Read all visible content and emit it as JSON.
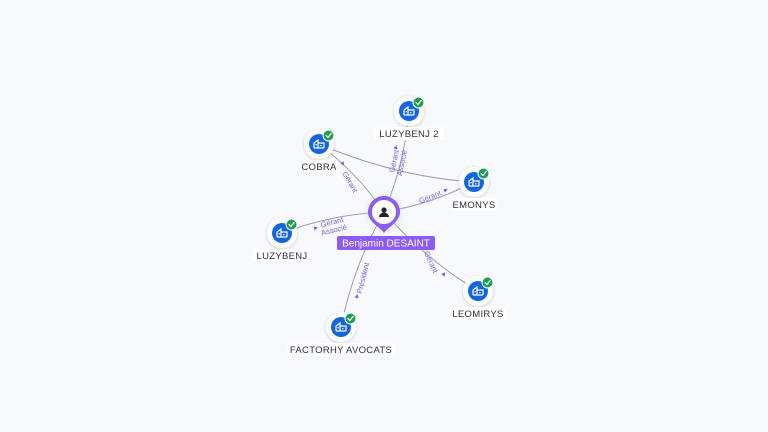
{
  "colors": {
    "background": "#f8f9fc",
    "edge": "#9aa0ad",
    "edge_label": "#7b5cf0",
    "person_pin": "#8b5cf6",
    "person_label_bg": "#8b5cf6",
    "company_icon": "#1565e0",
    "check_badge": "#1f9d55"
  },
  "icons": {
    "person": "user-icon",
    "company": "building-icon",
    "verified": "check-badge-icon"
  },
  "person": {
    "name": "Benjamin DESAINT"
  },
  "companies": [
    {
      "id": "luzybenj2",
      "name": "LUZYBENJ 2"
    },
    {
      "id": "cobra",
      "name": "COBRA"
    },
    {
      "id": "emonys",
      "name": "EMONYS"
    },
    {
      "id": "luzybenj",
      "name": "LUZYBENJ"
    },
    {
      "id": "leomirys",
      "name": "LEOMIRYS"
    },
    {
      "id": "factorhy",
      "name": "FACTORHY AVOCATS"
    }
  ],
  "links": [
    {
      "target": "luzybenj2",
      "roles": [
        "Gérant",
        "Associé"
      ]
    },
    {
      "target": "cobra",
      "roles": [
        "Gérant"
      ]
    },
    {
      "target": "emonys",
      "roles": [
        "Gérant"
      ]
    },
    {
      "target": "luzybenj",
      "roles": [
        "Gérant",
        "Associé"
      ]
    },
    {
      "target": "leomirys",
      "roles": [
        "Gérant"
      ]
    },
    {
      "target": "factorhy",
      "roles": [
        "Président"
      ]
    }
  ],
  "cross_links": [
    {
      "from": "cobra",
      "to": "emonys"
    }
  ]
}
